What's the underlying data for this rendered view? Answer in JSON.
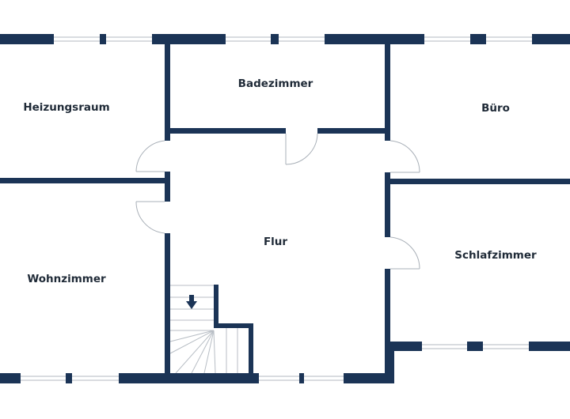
{
  "floorplan": {
    "colors": {
      "wall": "#1b3456",
      "background": "#ffffff"
    },
    "rooms": {
      "heizungsraum": "Heizungsraum",
      "badezimmer": "Badezimmer",
      "buero": "Büro",
      "wohnzimmer": "Wohnzimmer",
      "flur": "Flur",
      "schlafzimmer": "Schlafzimmer"
    },
    "icons": {
      "stair_direction": "arrow-down-icon"
    }
  }
}
